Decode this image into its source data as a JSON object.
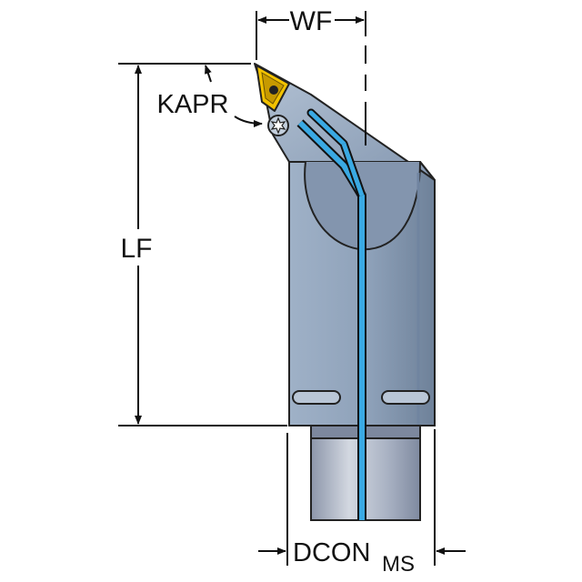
{
  "labels": {
    "wf": "WF",
    "kapr": "KAPR",
    "lf": "LF",
    "dcon": "DCON",
    "dcon_sub": "MS"
  },
  "colors": {
    "body": "#8fa2ba",
    "body_dark": "#6f829b",
    "body_light": "#a9bacd",
    "shank": "#a7b0c2",
    "shank_light": "#cfd5df",
    "coolant": "#3aa9e3",
    "insert": "#f2c200",
    "insert_dark": "#b58c00",
    "line": "#111111"
  },
  "icons": {
    "insert": "cutting-insert-icon",
    "screw": "torx-screw-icon"
  }
}
